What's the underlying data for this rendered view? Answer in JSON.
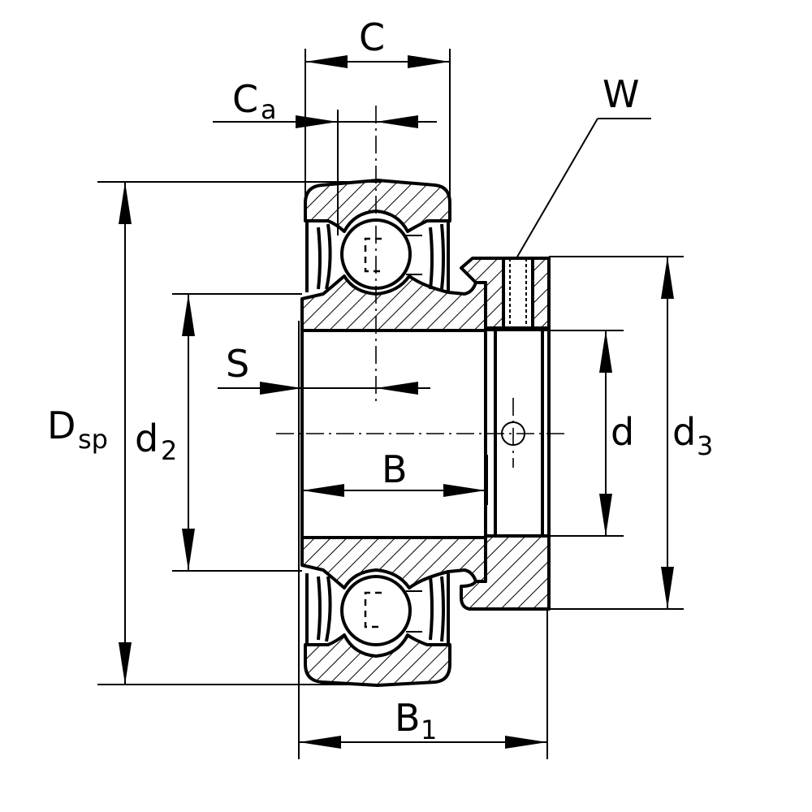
{
  "labels": {
    "C": "C",
    "Ca_main": "C",
    "Ca_sub": "a",
    "W": "W",
    "S": "S",
    "Dsp_main": "D",
    "Dsp_sub": "sp",
    "d2_main": "d",
    "d2_sub": "2",
    "d": "d",
    "d3_main": "d",
    "d3_sub": "3",
    "B": "B",
    "B1_main": "B",
    "B1_sub": "1"
  }
}
